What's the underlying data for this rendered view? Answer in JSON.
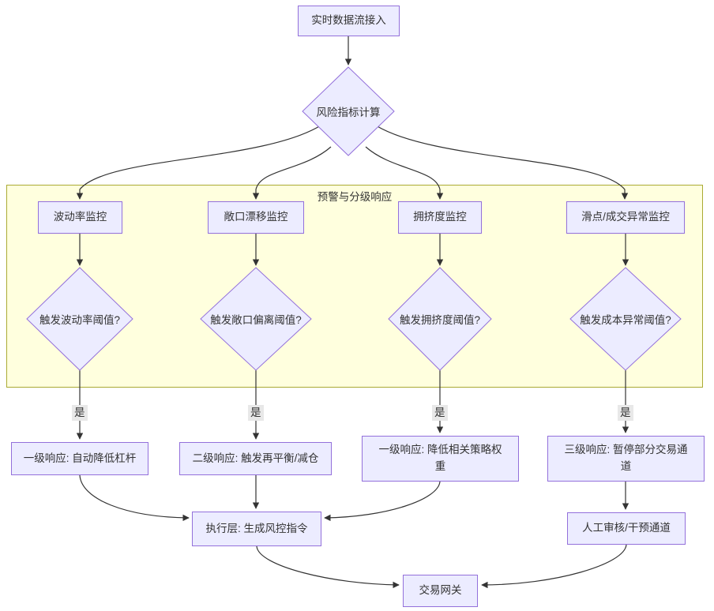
{
  "diagram": {
    "type": "flowchart",
    "cluster_title": "预警与分级响应",
    "nodes": {
      "ingest": "实时数据流接入",
      "risk_calc": "风险指标计算",
      "vol_monitor": "波动率监控",
      "drift_monitor": "敞口漂移监控",
      "crowding_monitor": "拥挤度监控",
      "slippage_monitor": "滑点/成交异常监控",
      "vol_check": "触发波动率阈值?",
      "drift_check": "触发敞口偏离阈值?",
      "crowding_check": "触发拥挤度阈值?",
      "cost_check": "触发成本异常阈值?",
      "resp_level1_leverage": "一级响应: 自动降低杠杆",
      "resp_level2_rebalance": "二级响应: 触发再平衡/减仓",
      "resp_level1_weight": "一级响应: 降低相关策略权重",
      "resp_level3_halt": "三级响应: 暂停部分交易通道",
      "exec_layer": "执行层: 生成风控指令",
      "manual_review": "人工审核/干预通道",
      "gateway": "交易网关"
    },
    "yes_labels": [
      "是",
      "是",
      "是",
      "是"
    ],
    "colors": {
      "node_fill": "#ECECFF",
      "node_border": "#9370DB",
      "cluster_fill": "#FFFFDE",
      "cluster_border": "#AAAA33",
      "edge": "#333333",
      "edge_label_bg": "#E8E8E8",
      "text": "#333333"
    }
  }
}
